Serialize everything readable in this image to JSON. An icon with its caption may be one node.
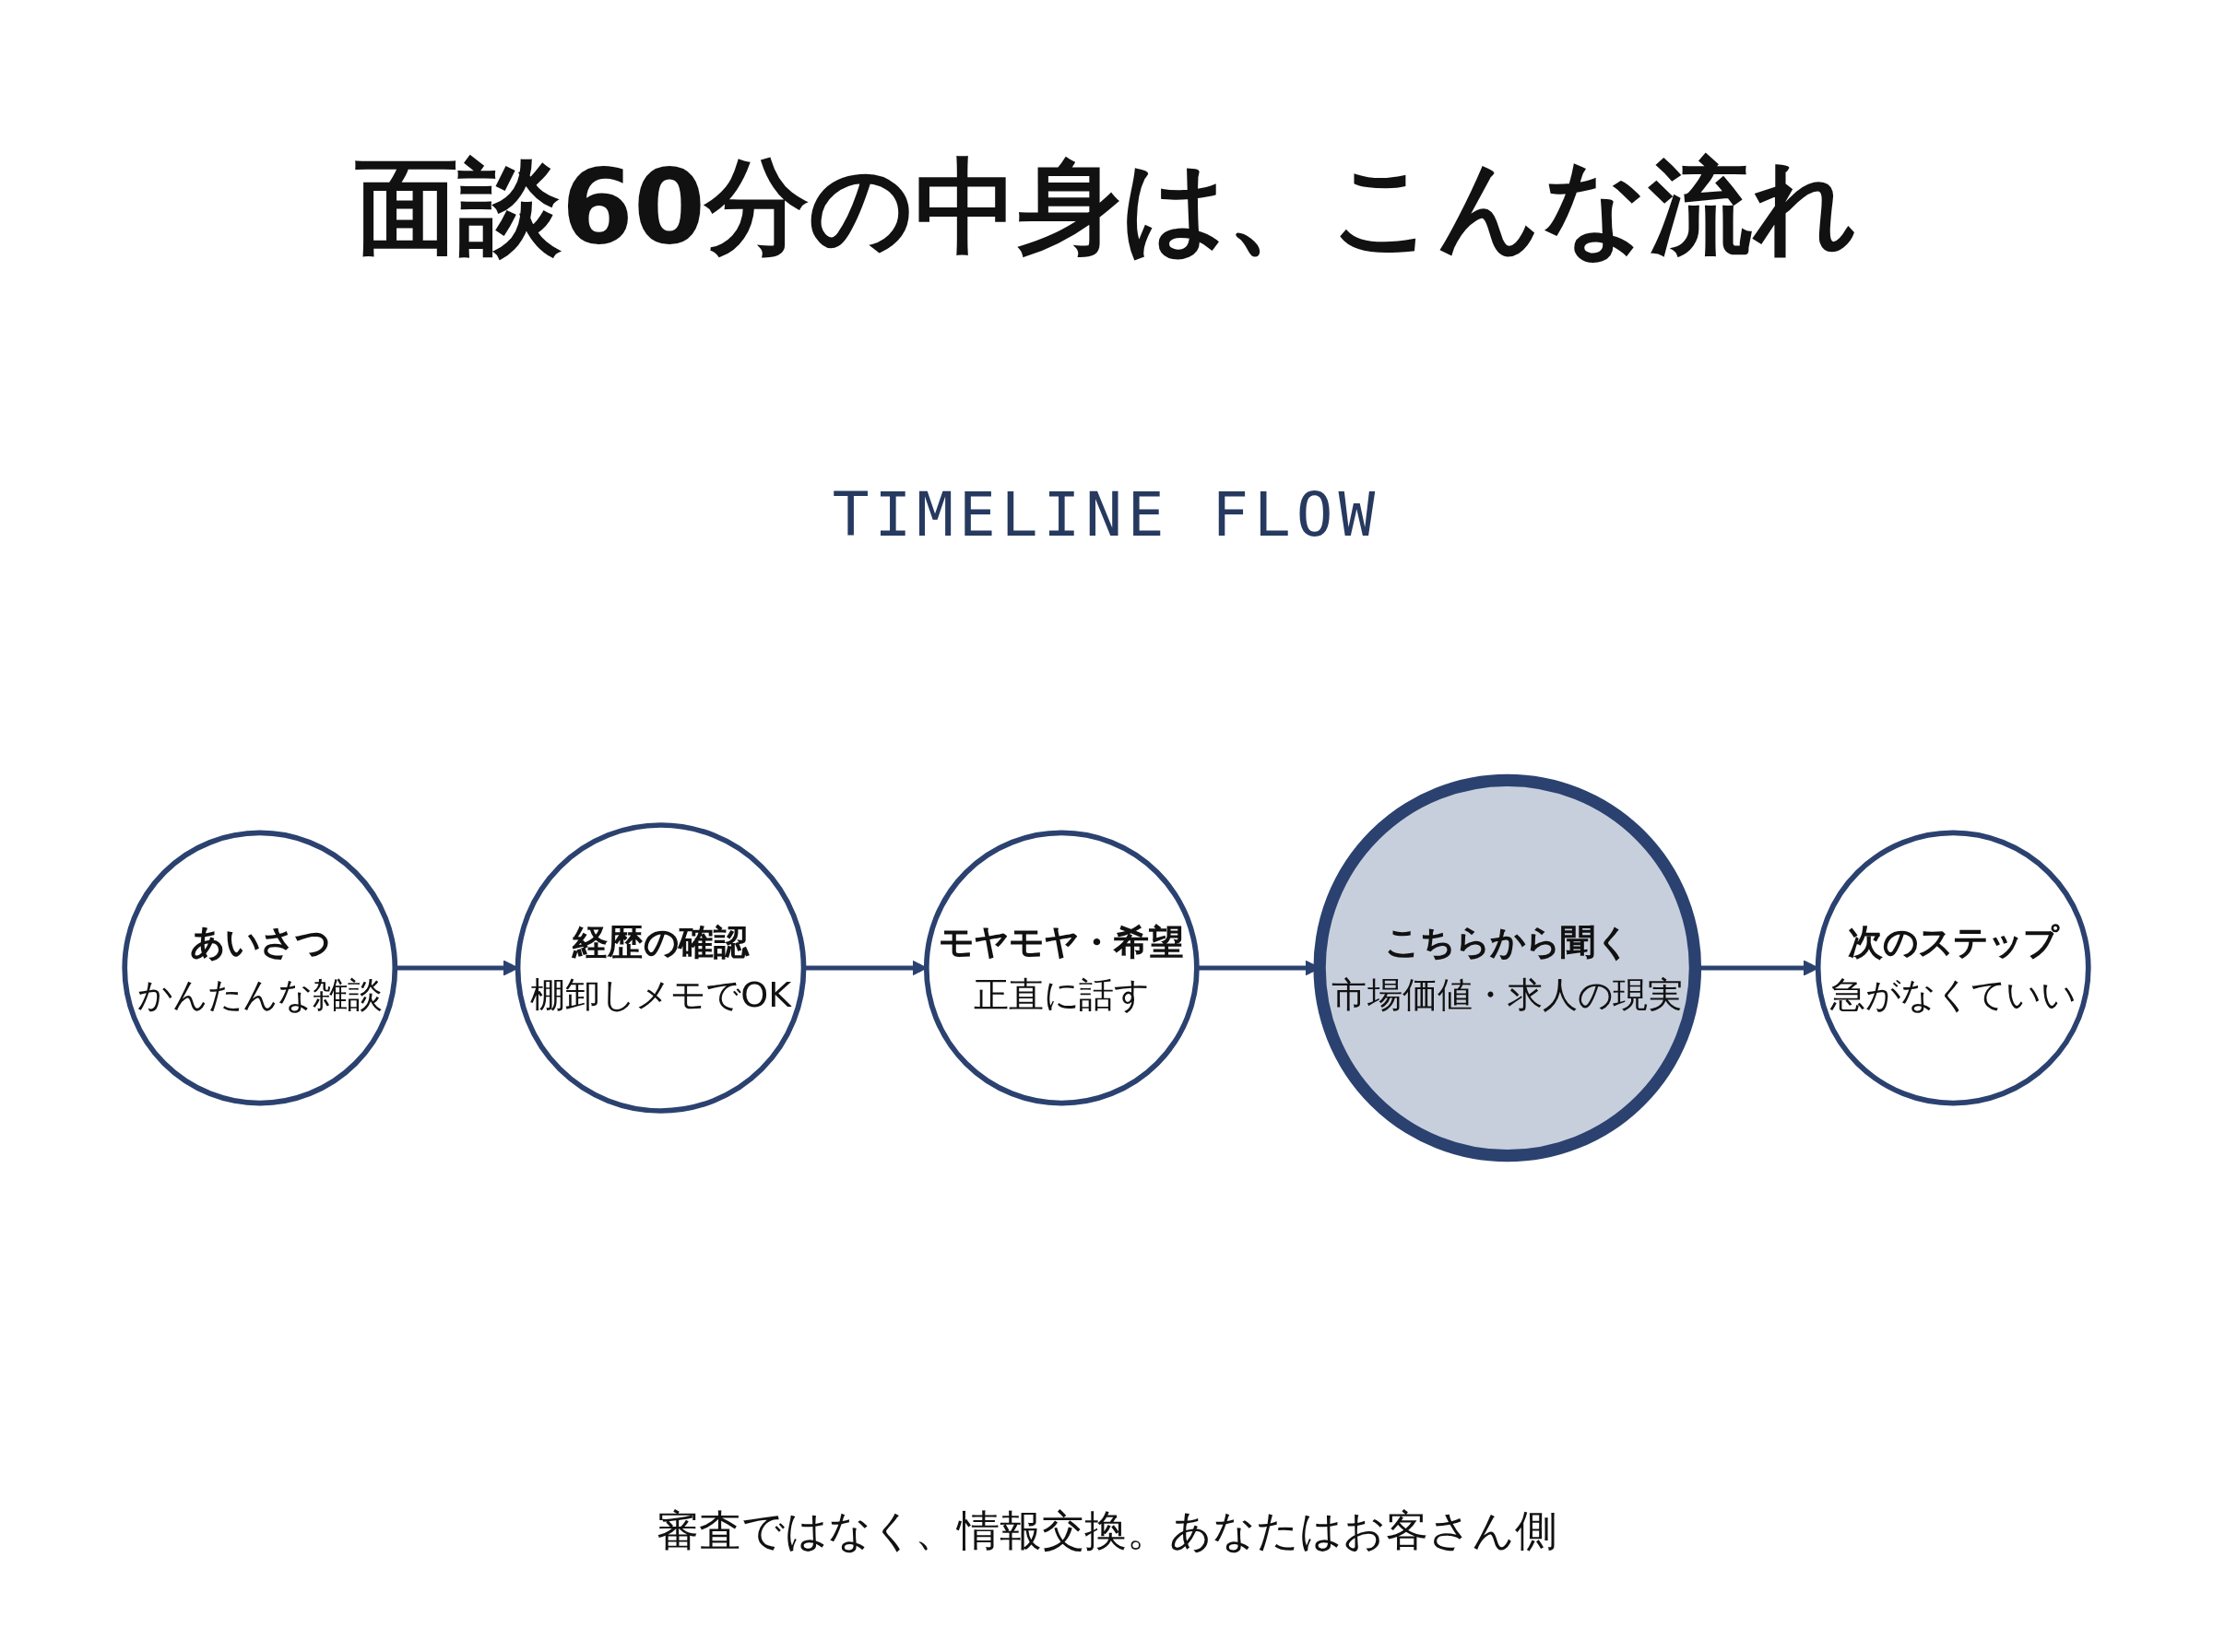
{
  "diagram": {
    "title": "面談60分の中身は、こんな流れ",
    "nodes": [
      {
        "text": [
          "あいさつ",
          "かんたんな雑談"
        ]
      },
      {
        "text": [
          "経歴の確認",
          "棚卸しメモでOK"
        ]
      },
      {
        "text": [
          "モヤモヤ・希望",
          "正直に話す"
        ]
      },
      {
        "text": [
          "こちらから聞く",
          "市場価値・求人の現実"
        ]
      },
      {
        "text": [
          "次のステップ",
          "急がなくていい"
        ]
      }
    ],
    "edges": [
      {
        "from": 0,
        "to": 1,
        "arrow": "to"
      },
      {
        "from": 1,
        "to": 2,
        "arrow": "to"
      },
      {
        "from": 2,
        "to": 3,
        "arrow": "to"
      },
      {
        "from": 3,
        "to": 4,
        "arrow": "to"
      }
    ],
    "labels": [
      "TIMELINE FLOW"
    ],
    "caption": "審査ではなく、情報交換。あなたはお客さん側"
  }
}
